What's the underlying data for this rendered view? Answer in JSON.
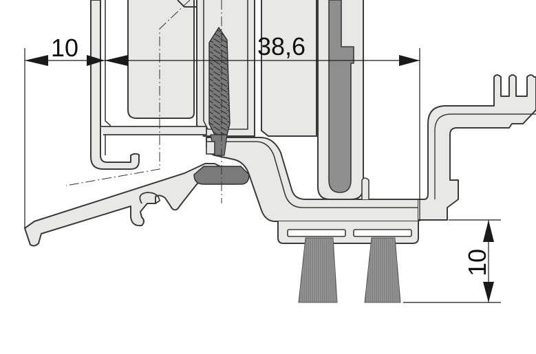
{
  "dimensions": {
    "left_width": "10",
    "main_width": "38,6",
    "brush_height": "10"
  },
  "colors": {
    "background": "#ffffff",
    "profile_fill": "#e8e8e6",
    "profile_stroke": "#3a3a3a",
    "dim_line": "#1a1a1a",
    "screw": "#6e6e6e",
    "brush": "#8a8a8a",
    "gasket": "#8f8f8f"
  }
}
